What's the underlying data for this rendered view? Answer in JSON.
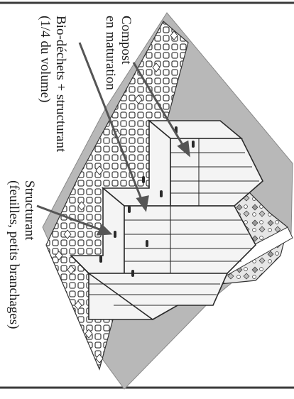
{
  "labels": {
    "compost_line1": "Compost",
    "compost_line2": "en maturation",
    "biodechets_line1": "Bio-déchets + structurant",
    "biodechets_line2": "(1/4 du volume)",
    "structurant_line1": "Structurant",
    "structurant_line2": "(feuilles, petits branchages)"
  },
  "colors": {
    "frame": "#3a3a3a",
    "ground": "#b8b8b8",
    "wood": "#f4f4f4",
    "outline": "#2a2a2a",
    "leaves": "#9a9a9a",
    "arrow": "#555555"
  }
}
